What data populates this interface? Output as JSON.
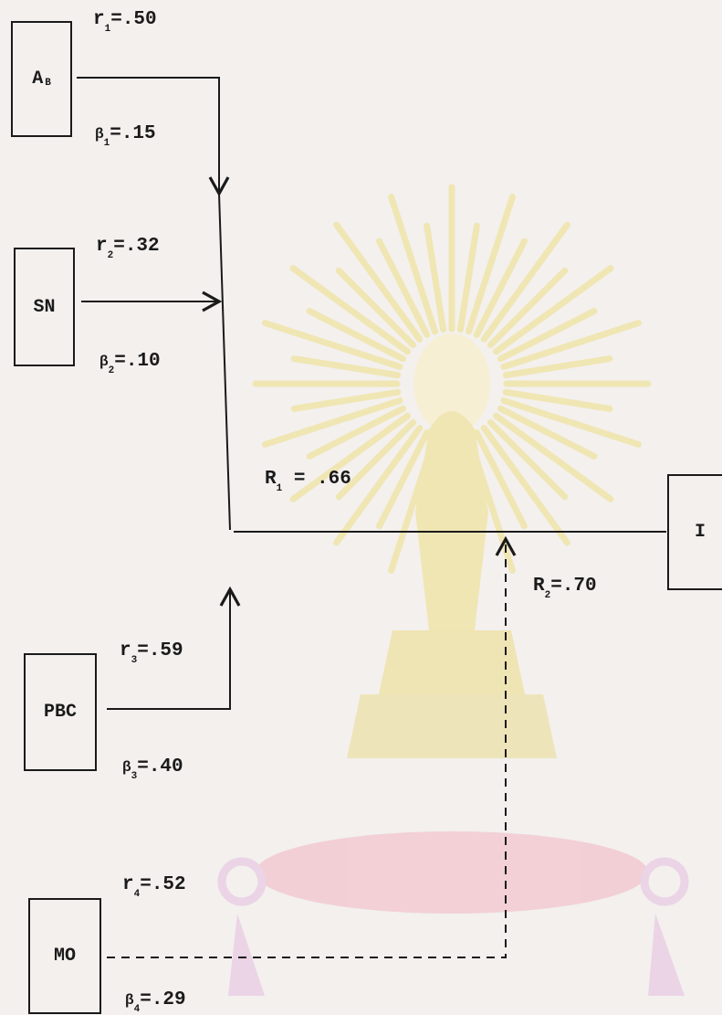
{
  "nodes": {
    "ab": {
      "main": "A",
      "sub": "B"
    },
    "sn": {
      "main": "SN"
    },
    "pbc": {
      "main": "PBC"
    },
    "mo": {
      "main": "MO"
    },
    "i": {
      "main": "I"
    }
  },
  "labels": {
    "r1": {
      "sym": "r",
      "sub": "1",
      "val": "=.50"
    },
    "b1": {
      "sym": "β",
      "sub": "1",
      "val": "=.15"
    },
    "r2": {
      "sym": "r",
      "sub": "2",
      "val": "=.32"
    },
    "b2": {
      "sym": "β",
      "sub": "2",
      "val": "=.10"
    },
    "R1": {
      "sym": "R",
      "sub": "1",
      "val": " = .66"
    },
    "R2": {
      "sym": "R",
      "sub": "2",
      "val": "=.70"
    },
    "r3": {
      "sym": "r",
      "sub": "3",
      "val": "=.59"
    },
    "b3": {
      "sym": "β",
      "sub": "3",
      "val": "=.40"
    },
    "r4": {
      "sym": "r",
      "sub": "4",
      "val": "=.52"
    },
    "b4": {
      "sym": "β",
      "sub": "4",
      "val": "=.29"
    }
  },
  "watermark": {
    "colors": {
      "gold": "#efe3a0",
      "pink": "#f2c5cd",
      "lilac": "#e8cbe2"
    }
  }
}
